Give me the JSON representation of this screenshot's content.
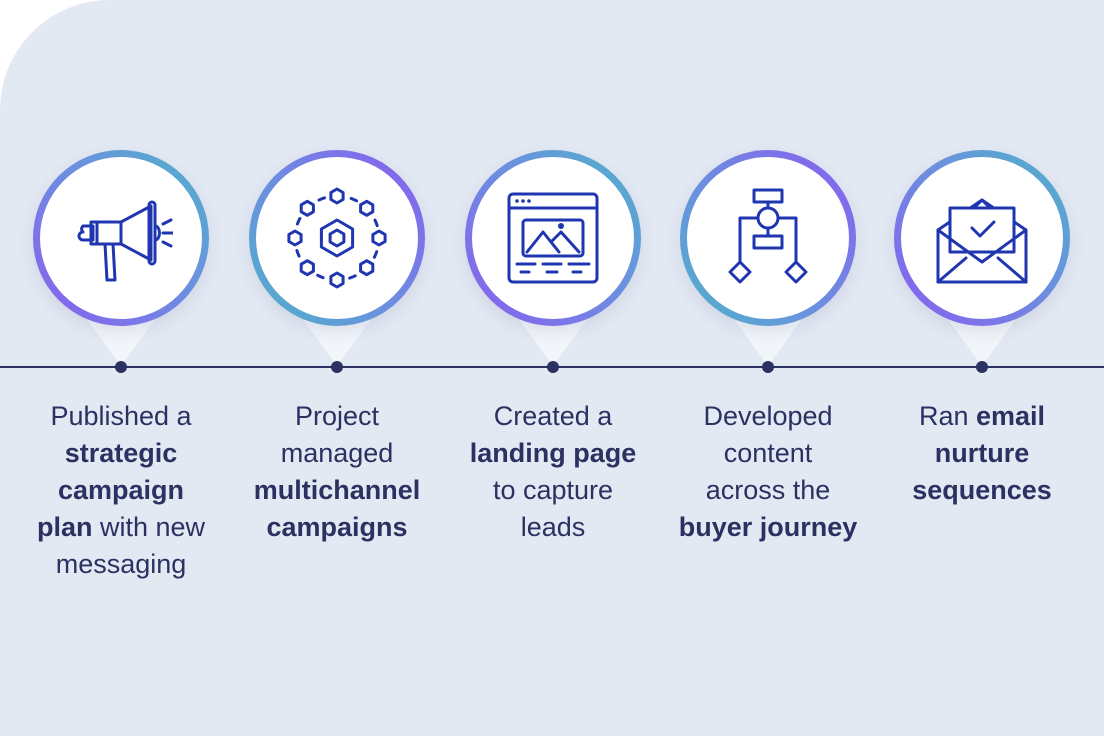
{
  "colors": {
    "background": "#e3e9f3",
    "text": "#2b3160",
    "icon": "#1f36b0",
    "ring_purple": "#8a5cf0",
    "ring_teal": "#4fb3c8"
  },
  "steps": [
    {
      "icon": "megaphone-icon",
      "lines": [
        [
          {
            "t": "Published a",
            "b": false
          }
        ],
        [
          {
            "t": "strategic",
            "b": true
          }
        ],
        [
          {
            "t": "campaign",
            "b": true
          }
        ],
        [
          {
            "t": "plan",
            "b": true
          },
          {
            "t": " with new",
            "b": false
          }
        ],
        [
          {
            "t": "messaging",
            "b": false
          }
        ]
      ]
    },
    {
      "icon": "hexagon-network-icon",
      "lines": [
        [
          {
            "t": "Project",
            "b": false
          }
        ],
        [
          {
            "t": "managed",
            "b": false
          }
        ],
        [
          {
            "t": "multichannel",
            "b": true
          }
        ],
        [
          {
            "t": "campaigns",
            "b": true
          }
        ]
      ]
    },
    {
      "icon": "landing-page-icon",
      "lines": [
        [
          {
            "t": "Created a",
            "b": false
          }
        ],
        [
          {
            "t": "landing page",
            "b": true
          }
        ],
        [
          {
            "t": "to capture",
            "b": false
          }
        ],
        [
          {
            "t": "leads",
            "b": false
          }
        ]
      ]
    },
    {
      "icon": "flowchart-icon",
      "lines": [
        [
          {
            "t": "Developed",
            "b": false
          }
        ],
        [
          {
            "t": "content",
            "b": false
          }
        ],
        [
          {
            "t": "across the",
            "b": false
          }
        ],
        [
          {
            "t": "buyer journey",
            "b": true
          }
        ]
      ]
    },
    {
      "icon": "email-open-check-icon",
      "lines": [
        [
          {
            "t": "Ran ",
            "b": false
          },
          {
            "t": "email",
            "b": true
          }
        ],
        [
          {
            "t": "nurture",
            "b": true
          }
        ],
        [
          {
            "t": "sequences",
            "b": true
          }
        ]
      ]
    }
  ]
}
